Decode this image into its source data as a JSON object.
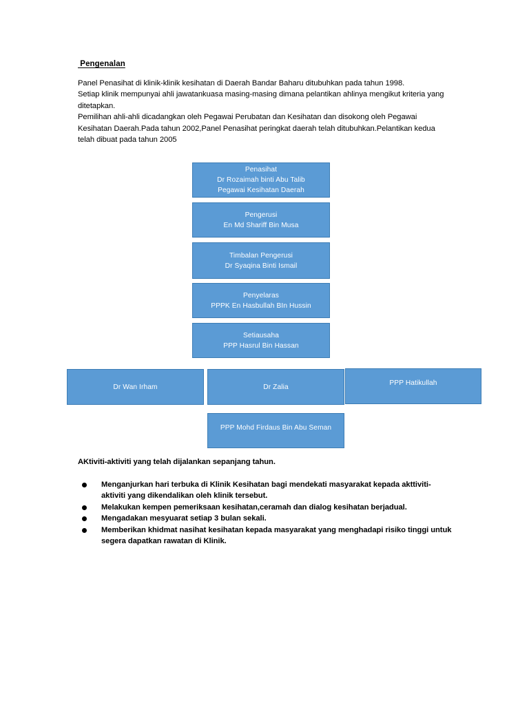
{
  "document": {
    "heading": " Pengenalan",
    "intro_paragraphs": [
      "Panel Penasihat di klinik-klinik kesihatan di Daerah Bandar Baharu ditubuhkan pada  tahun 1998.",
      "Setiap klinik mempunyai ahli jawatankuasa  masing-masing dimana pelantikan ahlinya mengikut kriteria yang ditetapkan.",
      "Pemilihan ahli-ahli dicadangkan oleh Pegawai Perubatan dan Kesihatan dan disokong oleh Pegawai Kesihatan Daerah.Pada tahun 2002,Panel Penasihat peringkat daerah telah ditubuhkan.Pelantikan kedua telah dibuat pada tahun 2005"
    ]
  },
  "org_chart": {
    "box_fill_color": "#5B9BD5",
    "box_border_color": "#3c7cb4",
    "box_text_color": "#ffffff",
    "nodes": [
      {
        "id": "penasihat",
        "lines": [
          "Penasihat",
          "Dr Rozaimah binti Abu Talib",
          "Pegawai Kesihatan Daerah"
        ]
      },
      {
        "id": "pengerusi",
        "lines": [
          "Pengerusi",
          "En Md Shariff Bin Musa"
        ]
      },
      {
        "id": "timbalan-pengerusi",
        "lines": [
          "Timbalan Pengerusi",
          "Dr Syaqina Binti Ismail"
        ]
      },
      {
        "id": "penyelaras",
        "lines": [
          "Penyelaras",
          "PPPK En Hasbullah BIn Hussin"
        ]
      },
      {
        "id": "setiausaha",
        "lines": [
          "Setiausaha",
          "PPP Hasrul Bin Hassan"
        ]
      },
      {
        "id": "wan-irham",
        "lines": [
          "Dr Wan Irham"
        ]
      },
      {
        "id": "zalia",
        "lines": [
          "Dr Zalia"
        ]
      },
      {
        "id": "hatikullah",
        "lines": [
          "PPP Hatikullah"
        ]
      },
      {
        "id": "firdaus",
        "lines": [
          "PPP Mohd Firdaus Bin Abu Seman"
        ]
      }
    ]
  },
  "activities": {
    "heading": "AKtiviti-aktiviti yang telah dijalankan sepanjang tahun.",
    "items": [
      "Menganjurkan hari terbuka di Klinik Kesihatan bagi mendekati masyarakat kepada akttiviti-aktiviti yang dikendalikan oleh klinik tersebut.",
      "Melakukan kempen pemeriksaan kesihatan,ceramah dan dialog kesihatan berjadual.",
      "Mengadakan mesyuarat setiap 3 bulan sekali.",
      "Memberikan khidmat nasihat kesihatan kepada masyarakat yang menghadapi risiko tinggi untuk segera dapatkan rawatan di Klinik."
    ]
  }
}
